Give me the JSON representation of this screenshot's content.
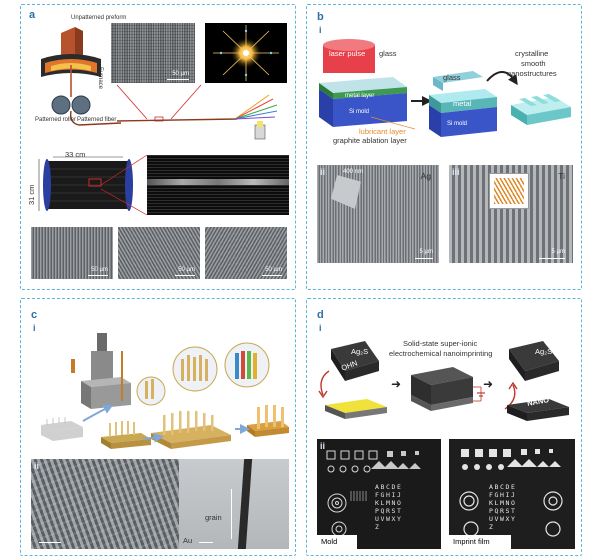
{
  "panels": {
    "a": {
      "letter": "a",
      "labels": {
        "unpatterned_preform": "Unpatterned preform",
        "furnace": "Furnace",
        "patterned_roller": "Patterned roller",
        "patterned_fiber": "Patterned fiber",
        "scale_top": "50 µm",
        "spool_width": "33 cm",
        "spool_height": "31 cm",
        "scale_1": "50 µm",
        "scale_2": "50 µm",
        "scale_3": "50 µm"
      }
    },
    "b": {
      "letter": "b",
      "sub_i": "i",
      "sub_ii": "ii",
      "sub_iii": "iii",
      "labels": {
        "laser_pulse": "laser pulse",
        "glass_top": "glass",
        "metal_layer": "metal layer",
        "si_mold": "Si mold",
        "lubricant_layer": "lubricant layer",
        "graphite_ablation_layer": "graphite ablation layer",
        "glass_mid": "glass",
        "metal_mid": "metal",
        "si_mold_mid": "Si mold",
        "crystalline": "crystalline",
        "smooth": "smooth",
        "nanostructures": "nanostructures",
        "scale_400nm": "400 nm",
        "ag": "Ag",
        "scale_5um_left": "5 µm",
        "ti": "Ti",
        "scale_5um_right": "5 µm"
      }
    },
    "c": {
      "letter": "c",
      "sub_i": "i",
      "sub_ii": "ii",
      "labels": {
        "au": "Au",
        "grain": "grain"
      }
    },
    "d": {
      "letter": "d",
      "sub_i": "i",
      "sub_ii": "ii",
      "labels": {
        "ag2s_left": "Ag₂S",
        "title_line1": "Solid-state super-ionic",
        "title_line2": "electrochemical nanoimprinting",
        "ag2s_right": "Ag₂S",
        "mold_text_left": "OHN",
        "mold_text_right": "NANO",
        "mold": "Mold",
        "imprint_film": "Imprint film",
        "letters_block": [
          "ABCDE",
          "FGHIJ",
          "KLMNO",
          "PQRST",
          "UVWXY",
          "Z"
        ]
      }
    }
  }
}
